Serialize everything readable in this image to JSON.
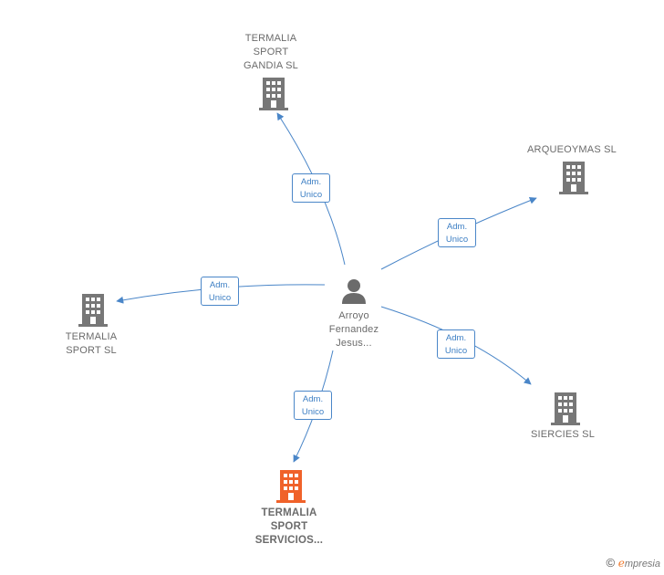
{
  "center": {
    "name_lines": [
      "Arroyo",
      "Fernandez",
      "Jesus..."
    ]
  },
  "companies": [
    {
      "id": "gandia",
      "name_lines": [
        "TERMALIA",
        "SPORT",
        "GANDIA  SL"
      ],
      "color": "#777777"
    },
    {
      "id": "arqueoymas",
      "name_lines": [
        "ARQUEOYMAS SL"
      ],
      "color": "#777777"
    },
    {
      "id": "termalia-sport",
      "name_lines": [
        "TERMALIA",
        "SPORT SL"
      ],
      "color": "#777777"
    },
    {
      "id": "siercies",
      "name_lines": [
        "SIERCIES  SL"
      ],
      "color": "#777777"
    },
    {
      "id": "servicios",
      "name_lines": [
        "TERMALIA",
        "SPORT",
        "SERVICIOS..."
      ],
      "color": "#f0622a"
    }
  ],
  "relations": [
    {
      "to": "gandia",
      "role_lines": [
        "Adm.",
        "Unico"
      ]
    },
    {
      "to": "arqueoymas",
      "role_lines": [
        "Adm.",
        "Unico"
      ]
    },
    {
      "to": "termalia-sport",
      "role_lines": [
        "Adm.",
        "Unico"
      ]
    },
    {
      "to": "siercies",
      "role_lines": [
        "Adm.",
        "Unico"
      ]
    },
    {
      "to": "servicios",
      "role_lines": [
        "Adm.",
        "Unico"
      ]
    }
  ],
  "colors": {
    "edge": "#4a86c8",
    "person": "#6b6b6b"
  },
  "footer": {
    "copyright_symbol": "©",
    "brand_initial": "e",
    "brand_rest": "mpresia"
  }
}
